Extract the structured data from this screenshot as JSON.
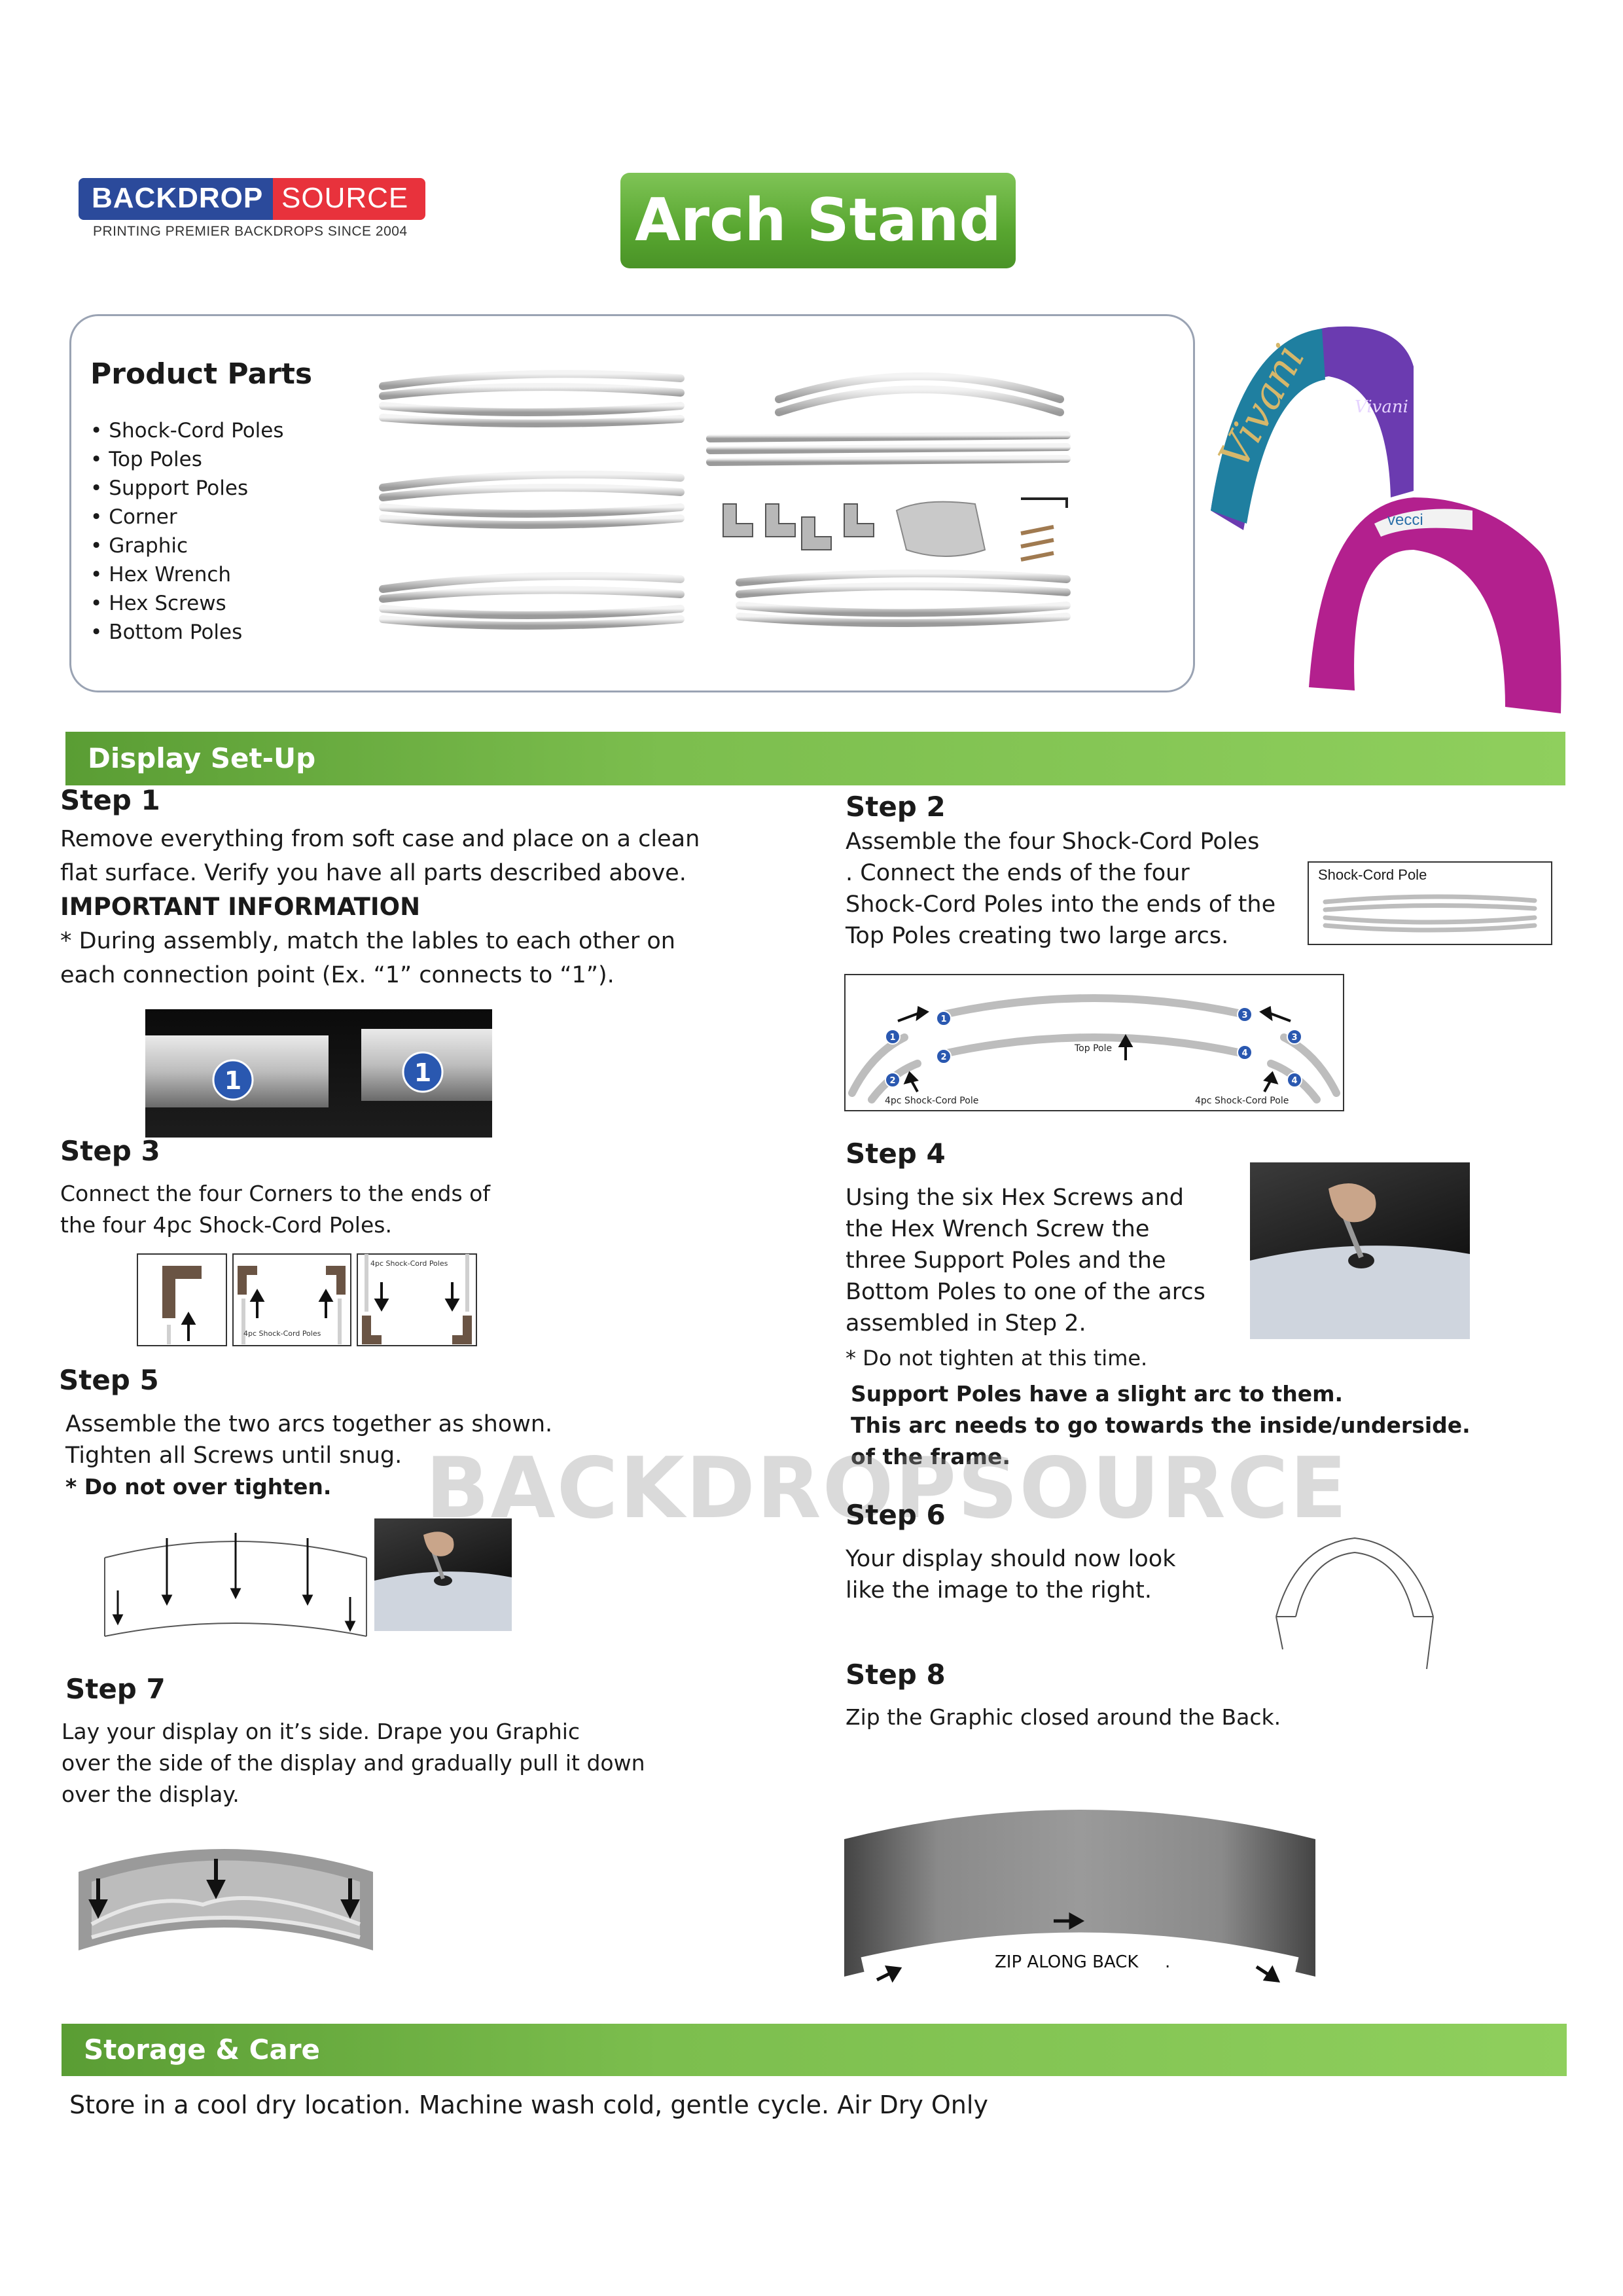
{
  "brand": {
    "name_left": "BACKDROP",
    "name_right": "SOURCE",
    "tagline": "PRINTING PREMIER BACKDROPS SINCE 2004",
    "colors": {
      "blue": "#2b4a9b",
      "red": "#e8323c",
      "green": "#6ab43e"
    }
  },
  "title": "Arch Stand",
  "product_parts": {
    "heading": "Product Parts",
    "items": [
      "Shock-Cord Poles",
      "Top Poles",
      "Support Poles",
      "Corner",
      "Graphic",
      "Hex Wrench",
      "Hex Screws",
      "Bottom Poles"
    ]
  },
  "arch_graphics": {
    "top_text": "Vivani",
    "brand_text": "Vivani",
    "bottom_brand": "vecci"
  },
  "display_setup": {
    "heading": "Display Set-Up",
    "step1": {
      "title": "Step 1",
      "lines": [
        "Remove everything from soft case and place on a clean",
        "flat surface. Verify you have all parts described above."
      ],
      "important_heading": "IMPORTANT INFORMATION",
      "important_lines": [
        "* During assembly, match the lables to each other on",
        "each connection point (Ex. “1” connects to “1”)."
      ],
      "label_a": "1",
      "label_b": "1"
    },
    "step2": {
      "title": "Step 2",
      "lines": [
        "Assemble the four Shock-Cord Poles",
        ". Connect the ends of the four",
        "Shock-Cord Poles into the ends of the",
        "Top Poles creating two large arcs."
      ],
      "inset_label": "Shock-Cord Pole",
      "diagram_labels": {
        "top_pole": "Top Pole",
        "left": "4pc Shock-Cord Pole",
        "right": "4pc Shock-Cord Pole"
      },
      "markers": [
        "1",
        "2",
        "1",
        "2",
        "3",
        "4",
        "3",
        "4"
      ]
    },
    "step3": {
      "title": "Step 3",
      "lines": [
        "Connect the four Corners to the ends of",
        "the four 4pc Shock-Cord Poles."
      ],
      "diagram_label_top": "4pc Shock-Cord Poles",
      "diagram_label_bottom": "4pc Shock-Cord Poles"
    },
    "step4": {
      "title": "Step 4",
      "lines": [
        "Using the six Hex Screws and",
        "the Hex Wrench Screw the",
        "three Support Poles and the",
        "Bottom Poles to one of the arcs",
        "assembled in Step 2."
      ],
      "note": "*  Do not tighten at this time.",
      "bold_lines": [
        "Support Poles have a slight arc to them.",
        "This arc needs to go towards the inside/underside.",
        "of the frame."
      ]
    },
    "step5": {
      "title": "Step 5",
      "lines": [
        "Assemble the two arcs together as shown.",
        "Tighten all Screws until snug."
      ],
      "bold_note": "* Do not over tighten."
    },
    "step6": {
      "title": "Step 6",
      "lines": [
        "Your display should now look",
        "like the image to the right."
      ]
    },
    "step7": {
      "title": "Step 7",
      "lines": [
        "Lay your display on it’s side. Drape you Graphic",
        "over the side of the display and gradually pull it down",
        "over the display."
      ]
    },
    "step8": {
      "title": "Step 8",
      "line": "Zip the Graphic  closed around the Back.",
      "zip_label": "ZIP ALONG BACK",
      "zip_dot": "."
    }
  },
  "watermark": "BACKDROPSOURCE",
  "storage": {
    "heading": "Storage & Care",
    "text": "Store in a cool dry location. Machine wash cold, gentle cycle. Air Dry Only"
  }
}
